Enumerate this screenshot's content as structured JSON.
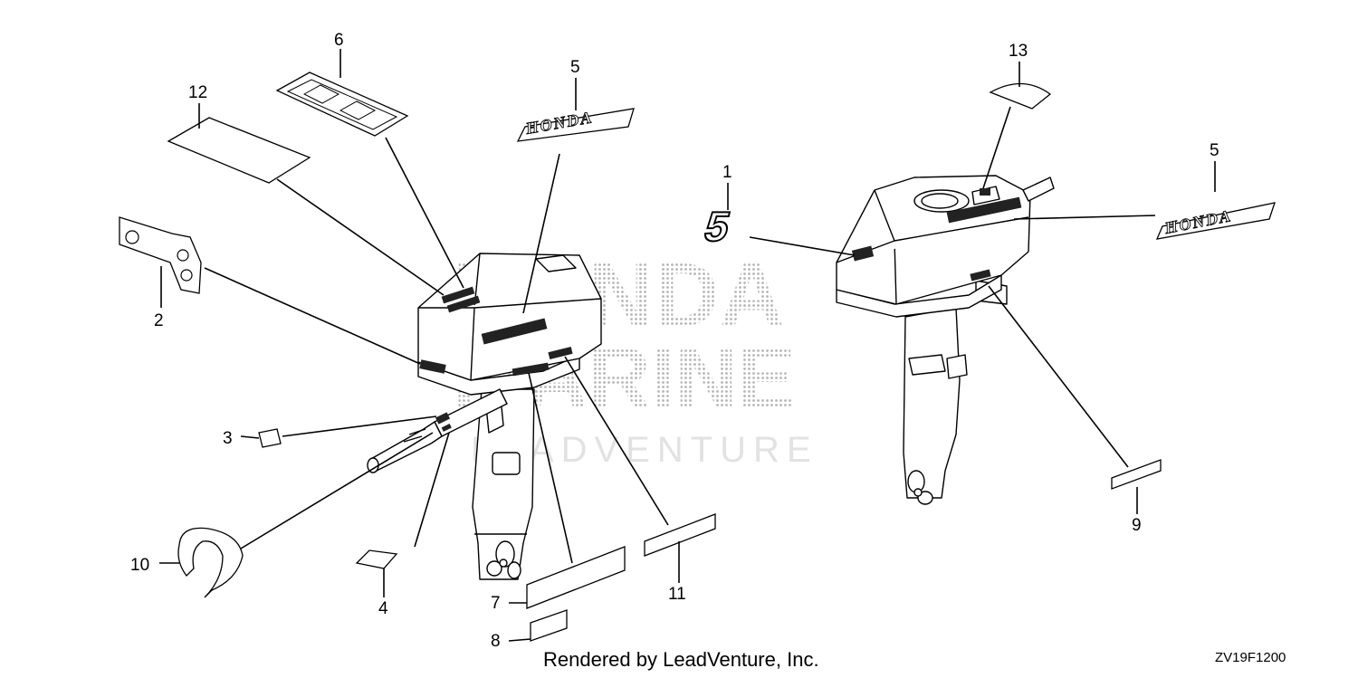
{
  "diagram": {
    "callouts": [
      {
        "id": "c1",
        "label": "1"
      },
      {
        "id": "c2",
        "label": "2"
      },
      {
        "id": "c3",
        "label": "3"
      },
      {
        "id": "c4",
        "label": "4"
      },
      {
        "id": "c5a",
        "label": "5"
      },
      {
        "id": "c5b",
        "label": "5"
      },
      {
        "id": "c6",
        "label": "6"
      },
      {
        "id": "c7",
        "label": "7"
      },
      {
        "id": "c8",
        "label": "8"
      },
      {
        "id": "c9",
        "label": "9"
      },
      {
        "id": "c10",
        "label": "10"
      },
      {
        "id": "c11",
        "label": "11"
      },
      {
        "id": "c12",
        "label": "12"
      },
      {
        "id": "c13",
        "label": "13"
      }
    ],
    "emblem_text_left": "HONDA",
    "emblem_text_right": "HONDA",
    "decal_number": "5",
    "watermark": {
      "line1": "HONDA",
      "line2": "MARINE",
      "line3": "LEADVENTURE"
    }
  },
  "footer": {
    "credit": "Rendered by LeadVenture, Inc.",
    "diagram_code": "ZV19F1200"
  }
}
